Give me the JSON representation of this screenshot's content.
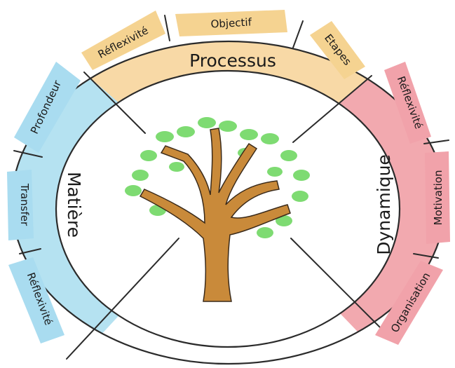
{
  "colors": {
    "processus": "#F8D9A6",
    "matiere": "#B5E2F1",
    "dynamique": "#F2A9AF",
    "tag_yellow": "#F5D391",
    "tag_blue": "#A9DCF0",
    "tag_pink": "#F1A2AA",
    "trunk": "#C98A3A",
    "leaves": "#7EDB72"
  },
  "center": {
    "icon": "tree-icon"
  },
  "sectors": {
    "processus": {
      "label": "Processus",
      "tags": [
        "Réflexivité",
        "Objectif",
        "Etapes"
      ]
    },
    "matiere": {
      "label": "Matière",
      "tags": [
        "Profondeur",
        "Transfer",
        "Réflexivité"
      ]
    },
    "dynamique": {
      "label": "Dynamique",
      "tags": [
        "Réflexivité",
        "Motivation",
        "Organisation"
      ]
    }
  }
}
